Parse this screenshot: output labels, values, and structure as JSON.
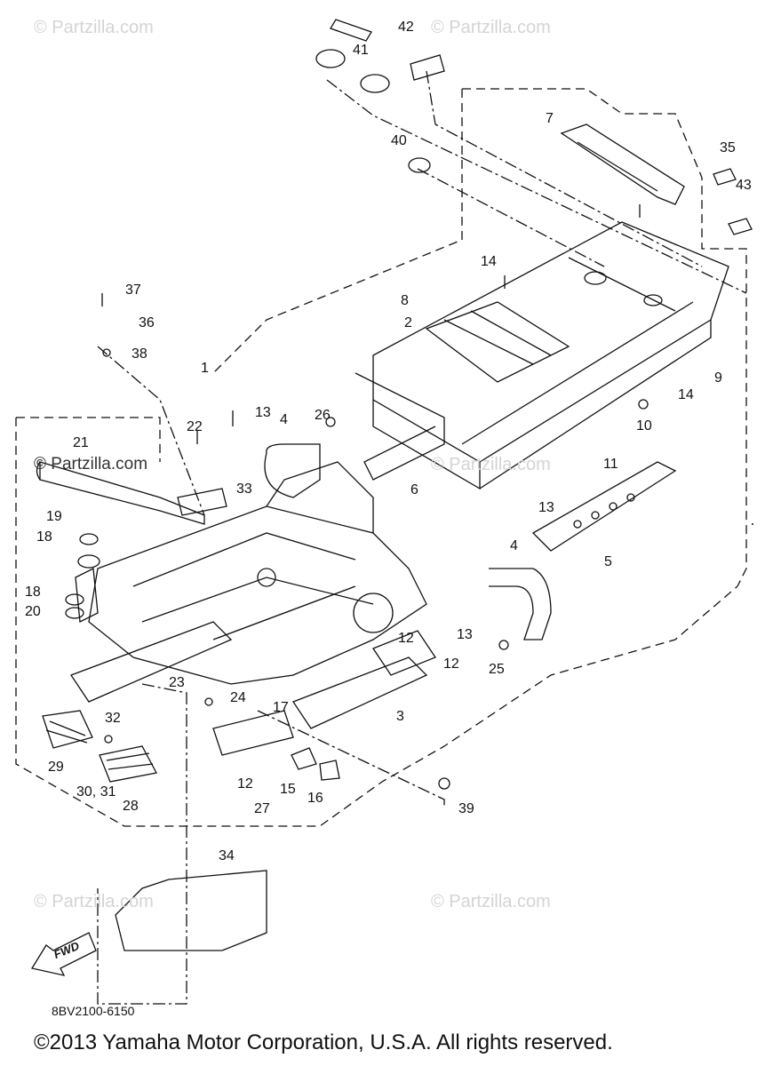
{
  "watermark": "© Partzilla.com",
  "callouts": [
    "42",
    "41",
    "7",
    "40",
    "35",
    "43",
    "14",
    "37",
    "36",
    "38",
    "8",
    "2",
    "9",
    "14",
    "1",
    "13",
    "26",
    "22",
    "10",
    "11",
    "21",
    "6",
    "33",
    "19",
    "18",
    "13",
    "18",
    "20",
    "4",
    "5",
    "4",
    "12",
    "13",
    "23",
    "24",
    "12",
    "25",
    "17",
    "3",
    "32",
    "29",
    "15",
    "16",
    "39",
    "30, 31",
    "28",
    "12",
    "27",
    "34"
  ],
  "fwd_label": "FWD",
  "diagram_code": "8BV2100-6150",
  "copyright": "©2013 Yamaha Motor Corporation, U.S.A. All rights reserved."
}
